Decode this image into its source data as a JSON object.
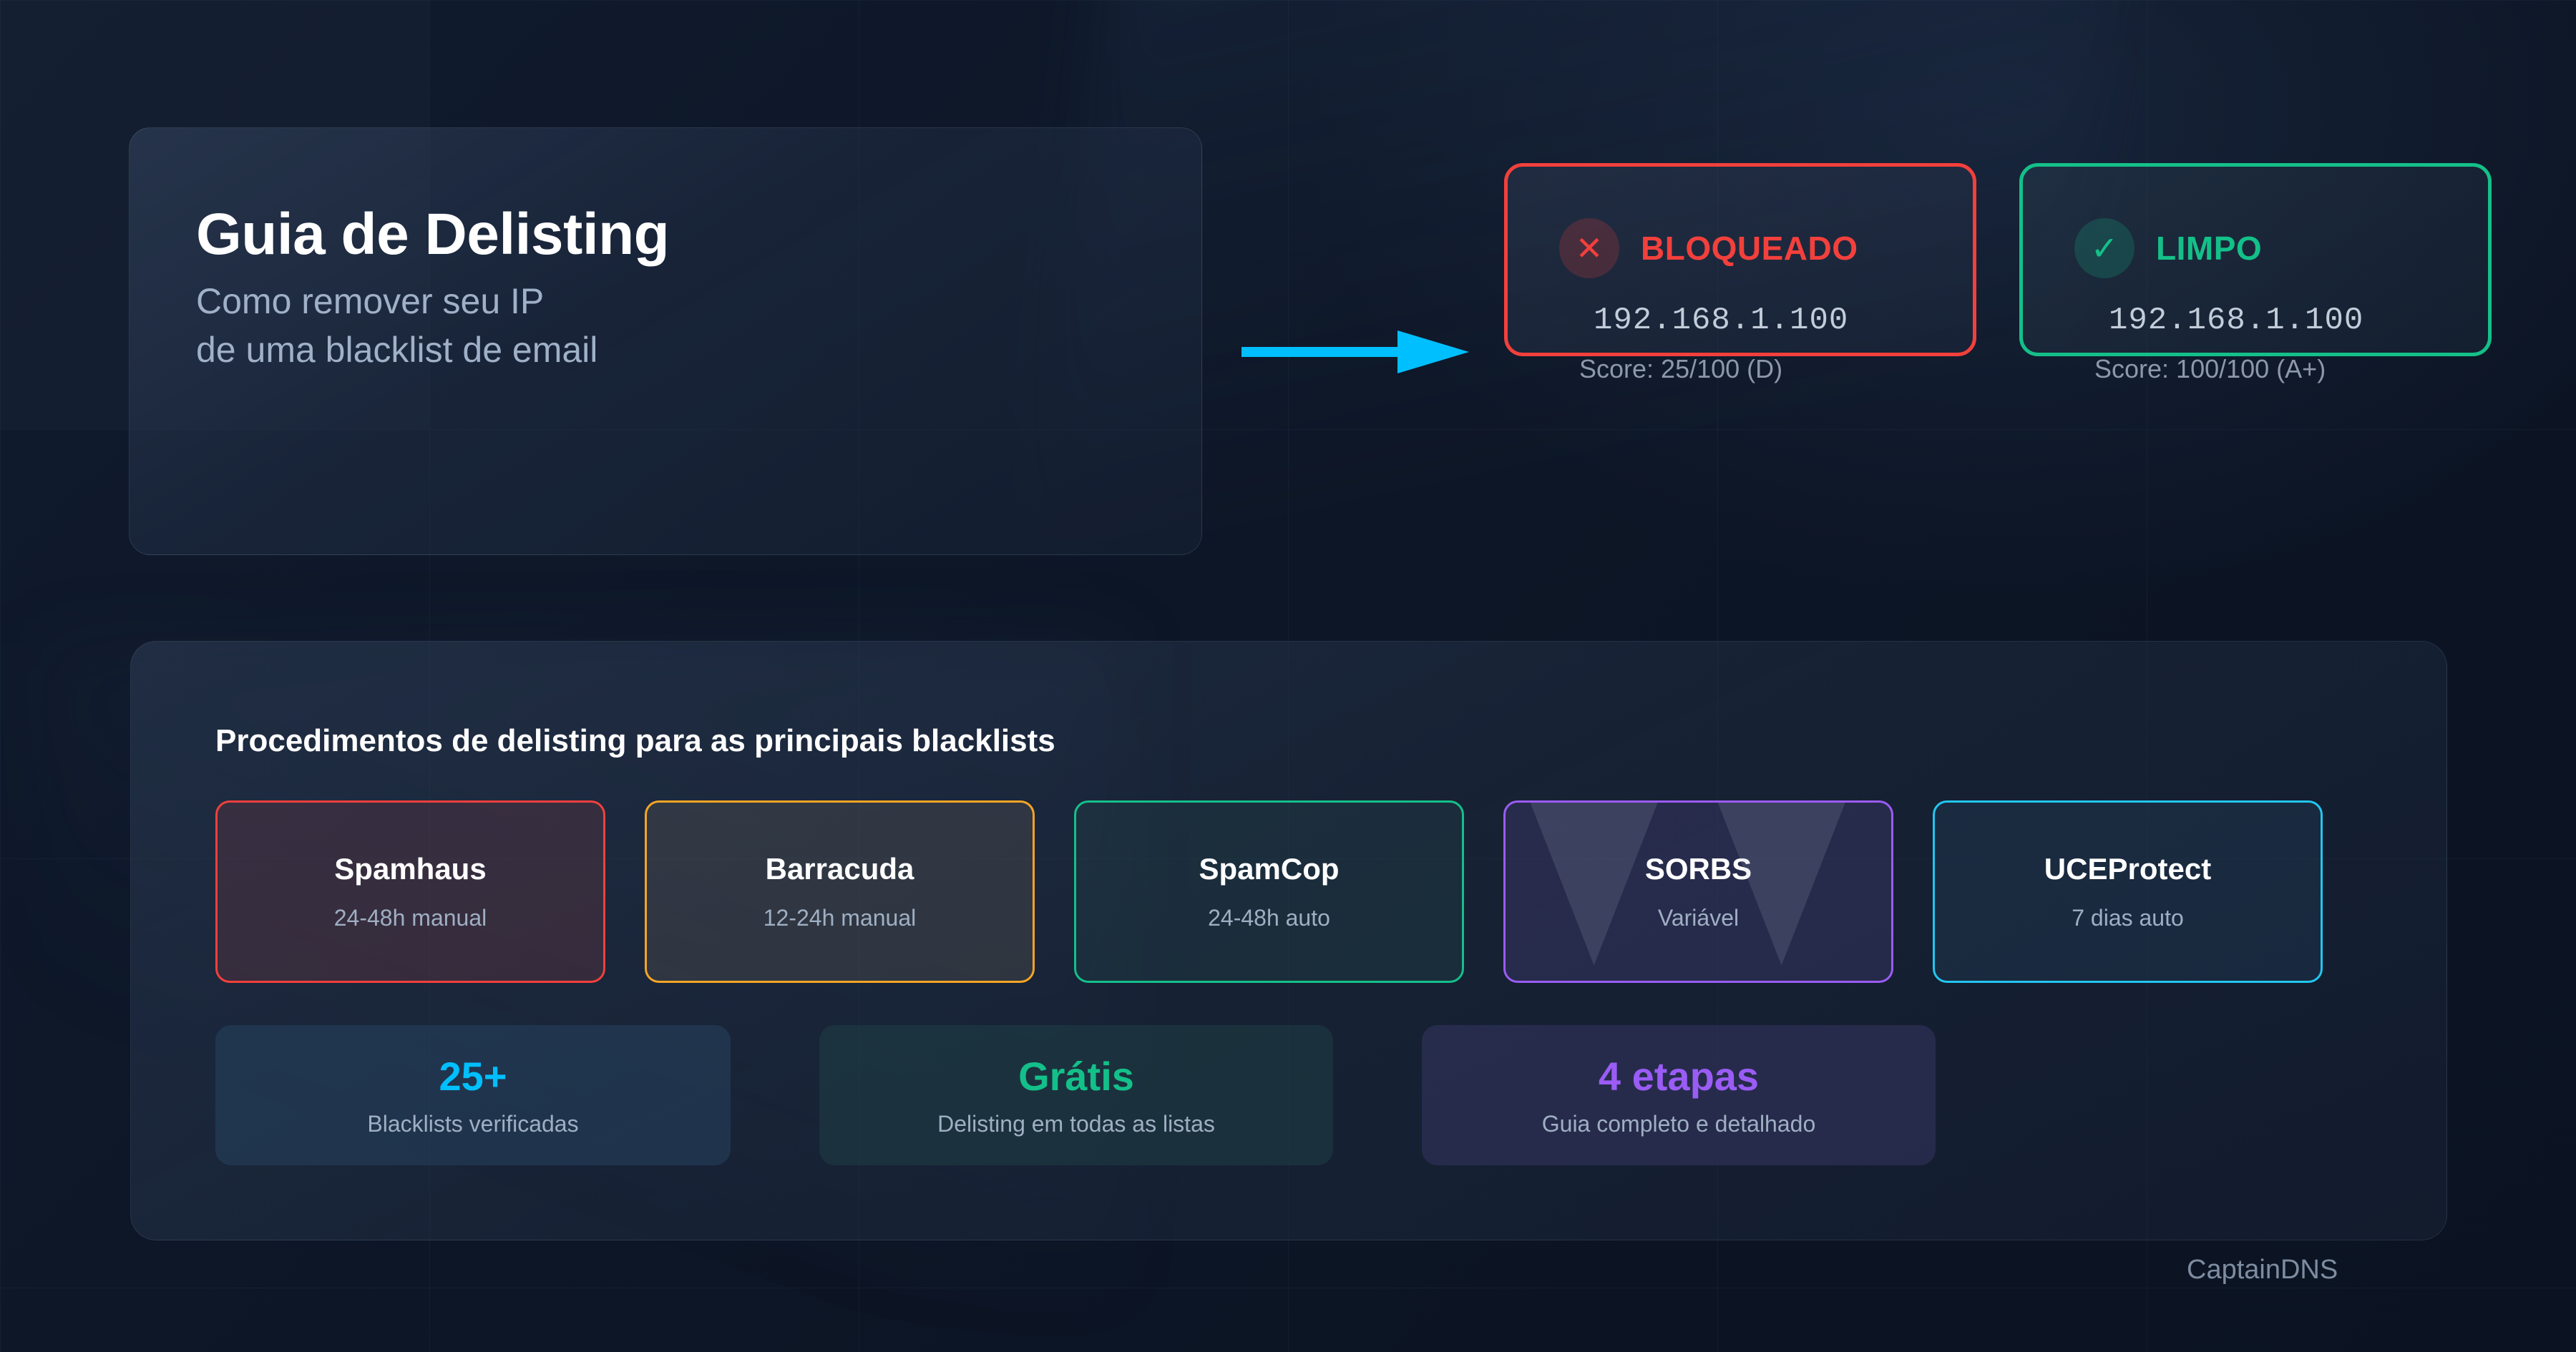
{
  "theme": {
    "bg": "#0d1626",
    "panel": "#2d3c56",
    "text_primary": "#ffffff",
    "text_muted": "#9fafc3",
    "accent_cyan": "#00bfff",
    "danger": "#f2403c",
    "success": "#14c089",
    "warning": "#f5a524",
    "purple": "#9a5cf5",
    "sky": "#22c6ef"
  },
  "hero": {
    "title": "Guia de Delisting",
    "subtitle_line1": "Como remover seu IP",
    "subtitle_line2": "de uma blacklist de email"
  },
  "flow": {
    "arrow_icon": "arrow-right-icon",
    "arrow_color": "#00bfff"
  },
  "status_cards": [
    {
      "id": "blocked",
      "icon": "x-mark-icon",
      "icon_glyph": "✕",
      "label": "BLOQUEADO",
      "ip": "192.168.1.100",
      "score": "Score: 25/100 (D)",
      "color": "#f2403c"
    },
    {
      "id": "clean",
      "icon": "check-mark-icon",
      "icon_glyph": "✓",
      "label": "LIMPO",
      "ip": "192.168.1.100",
      "score": "Score: 100/100 (A+)",
      "color": "#14c089"
    }
  ],
  "providers_section": {
    "heading": "Procedimentos de delisting para as principais blacklists",
    "providers": [
      {
        "name": "Spamhaus",
        "time": "24-48h manual",
        "color": "#f2403c"
      },
      {
        "name": "Barracuda",
        "time": "12-24h manual",
        "color": "#f5a524"
      },
      {
        "name": "SpamCop",
        "time": "24-48h auto",
        "color": "#14c089"
      },
      {
        "name": "SORBS",
        "time": "Variável",
        "color": "#9a5cf5"
      },
      {
        "name": "UCEProtect",
        "time": "7 dias auto",
        "color": "#22c6ef"
      }
    ],
    "stats": [
      {
        "value": "25+",
        "label": "Blacklists verificadas",
        "color": "#00bfff"
      },
      {
        "value": "Grátis",
        "label": "Delisting em todas as listas",
        "color": "#14c089"
      },
      {
        "value": "4 etapas",
        "label": "Guia completo e detalhado",
        "color": "#9a5cf5"
      }
    ]
  },
  "footer": {
    "brand": "CaptainDNS"
  }
}
